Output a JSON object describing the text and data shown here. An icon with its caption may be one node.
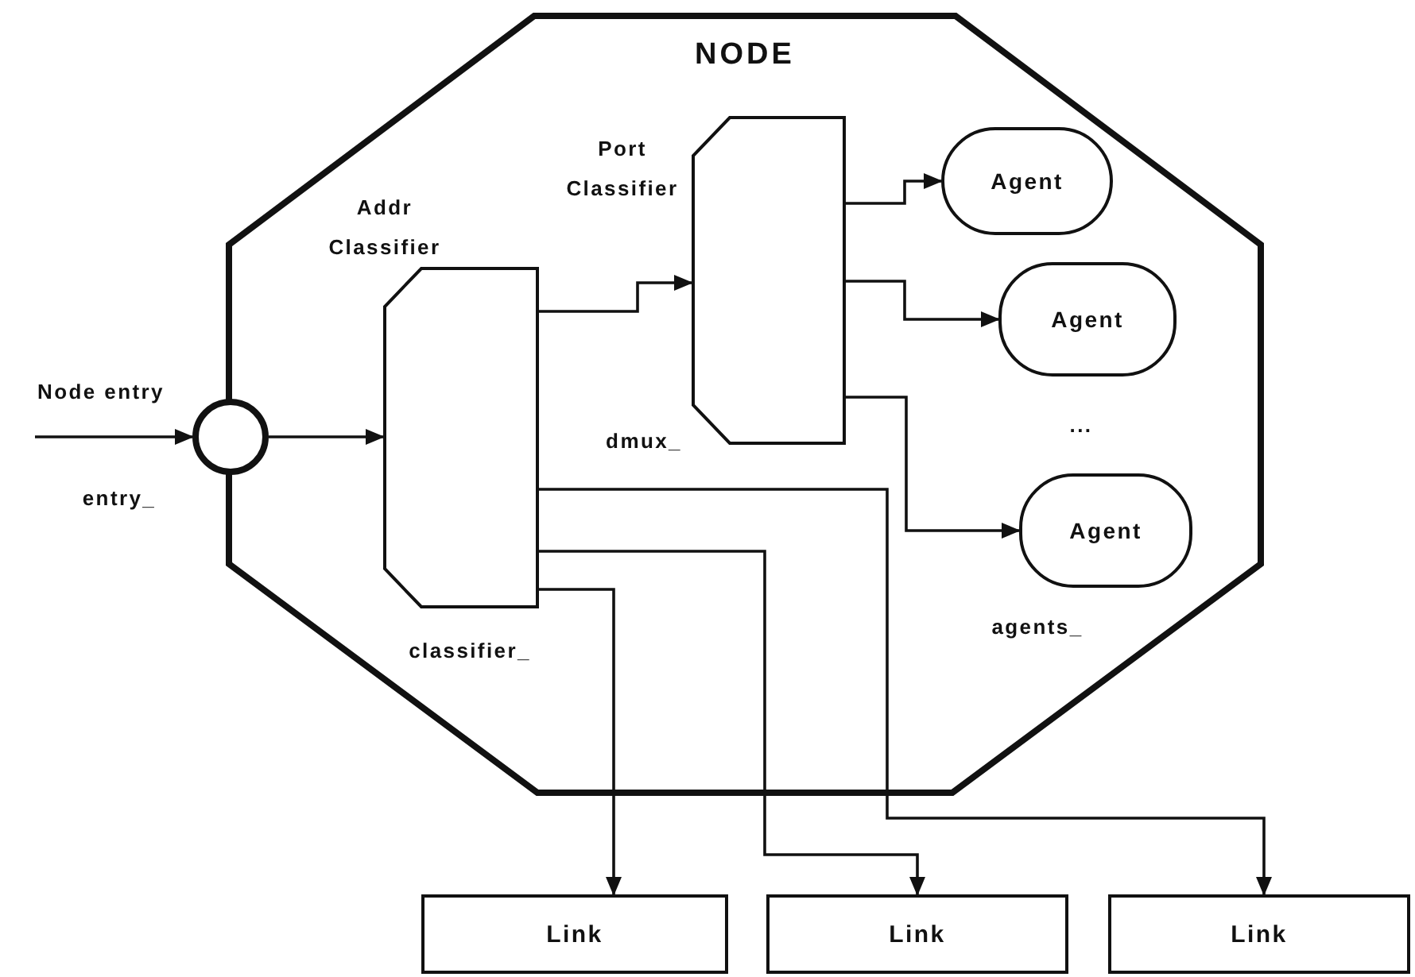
{
  "diagram": {
    "nodes": [
      {
        "text": [
          "NODE"
        ]
      },
      {
        "text": [],
        "shape": "circle",
        "beside": [
          "Node entry",
          "entry_"
        ]
      },
      {
        "text": [
          "Addr Classifier"
        ],
        "in": 0,
        "beside": [
          "classifier_"
        ]
      },
      {
        "text": [
          "Port Classifier"
        ],
        "in": 0,
        "beside": [
          "dmux_"
        ]
      },
      {
        "text": [
          "Agent"
        ],
        "in": 0
      },
      {
        "text": [
          "Agent"
        ],
        "in": 0
      },
      {
        "text": [
          "Agent"
        ],
        "in": 0
      },
      {
        "text": [
          "Link"
        ]
      },
      {
        "text": [
          "Link"
        ]
      },
      {
        "text": [
          "Link"
        ]
      }
    ],
    "edges": [
      {
        "from": null,
        "to": 1,
        "arrow": "to"
      },
      {
        "from": 1,
        "to": 2,
        "arrow": "to"
      },
      {
        "from": 2,
        "to": 3,
        "arrow": "to"
      },
      {
        "from": 3,
        "to": 4,
        "arrow": "to"
      },
      {
        "from": 3,
        "to": 5,
        "arrow": "to"
      },
      {
        "from": 3,
        "to": 6,
        "arrow": "to"
      },
      {
        "from": 2,
        "to": 7,
        "arrow": "to"
      },
      {
        "from": 2,
        "to": 8,
        "arrow": "to"
      },
      {
        "from": 2,
        "to": 9,
        "arrow": "to"
      }
    ],
    "labels": [
      "...",
      "agents_"
    ]
  }
}
